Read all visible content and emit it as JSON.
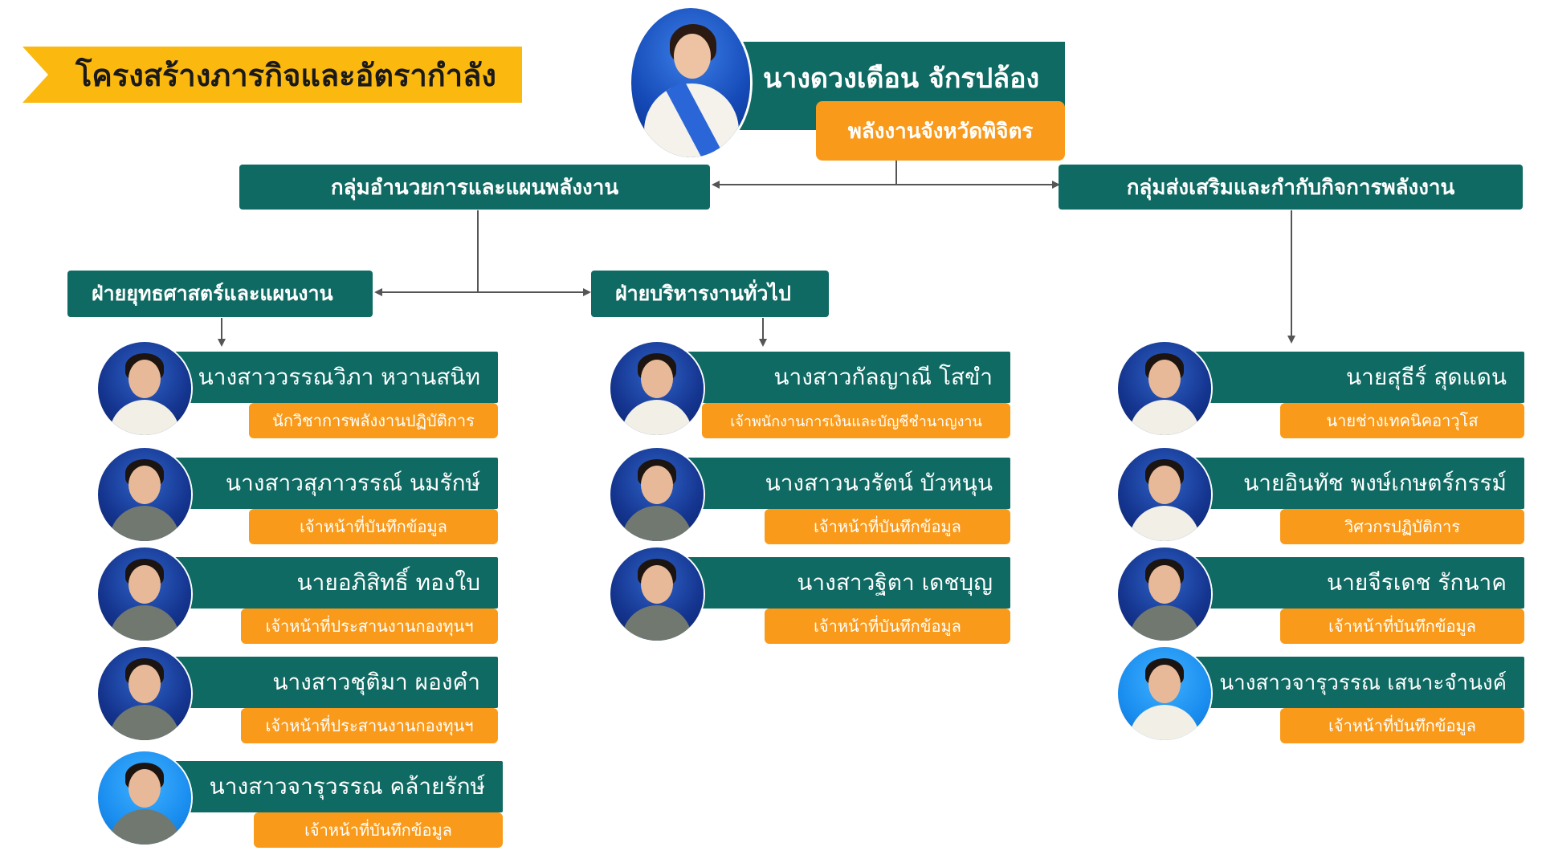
{
  "title": "โครงสร้างภารกิจและอัตรากำลัง",
  "director": {
    "name": "นางดวงเดือน จักรปล้อง",
    "position": "พลังงานจังหวัดพิจิตร"
  },
  "groups": [
    {
      "label": "กลุ่มอำนวยการและแผนพลังงาน"
    },
    {
      "label": "กลุ่มส่งเสริมและกำกับกิจการพลังงาน"
    }
  ],
  "departments": [
    {
      "label": "ฝ่ายยุทธศาสตร์และแผนงาน"
    },
    {
      "label": "ฝ่ายบริหารงานทั่วไป"
    }
  ],
  "columns": [
    {
      "members": [
        {
          "name": "นางสาววรรณวิภา หวานสนิท",
          "role": "นักวิชาการพลังงานปฏิบัติการ",
          "photo": "person-photo-icon"
        },
        {
          "name": "นางสาวสุภาวรรณ์ นมรักษ์",
          "role": "เจ้าหน้าที่บันทึกข้อมูล",
          "photo": "person-photo-icon"
        },
        {
          "name": "นายอภิสิทธิ์ ทองใบ",
          "role": "เจ้าหน้าที่ประสานงานกองทุนฯ",
          "photo": "person-photo-icon"
        },
        {
          "name": "นางสาวชุติมา ผองคำ",
          "role": "เจ้าหน้าที่ประสานงานกองทุนฯ",
          "photo": "person-photo-icon"
        },
        {
          "name": "นางสาวจารุวรรณ คล้ายรักษ์",
          "role": "เจ้าหน้าที่บันทึกข้อมูล",
          "photo": "person-photo-icon"
        }
      ]
    },
    {
      "members": [
        {
          "name": "นางสาวกัลญาณี โสขำ",
          "role": "เจ้าพนักงานการเงินและบัญชีชำนาญงาน",
          "photo": "person-photo-icon"
        },
        {
          "name": "นางสาวนวรัตน์ บัวหนุน",
          "role": "เจ้าหน้าที่บันทึกข้อมูล",
          "photo": "person-photo-icon"
        },
        {
          "name": "นางสาวฐิตา เดชบุญ",
          "role": "เจ้าหน้าที่บันทึกข้อมูล",
          "photo": "person-photo-icon"
        }
      ]
    },
    {
      "members": [
        {
          "name": "นายสุธีร์ สุดแดน",
          "role": "นายช่างเทคนิคอาวุโส",
          "photo": "person-photo-icon"
        },
        {
          "name": "นายอินทัช พงษ์เกษตร์กรรม์",
          "role": "วิศวกรปฏิบัติการ",
          "photo": "person-photo-icon"
        },
        {
          "name": "นายจีรเดช รักนาค",
          "role": "เจ้าหน้าที่บันทึกข้อมูล",
          "photo": "person-photo-icon"
        },
        {
          "name": "นางสาวจารุวรรณ เสนาะจำนงค์",
          "role": "เจ้าหน้าที่บันทึกข้อมูล",
          "photo": "person-photo-icon"
        }
      ]
    }
  ],
  "colors": {
    "teal": "#0E6A62",
    "orange": "#F99A1A",
    "title_banner": "#FBB90F",
    "connector": "#555555"
  }
}
